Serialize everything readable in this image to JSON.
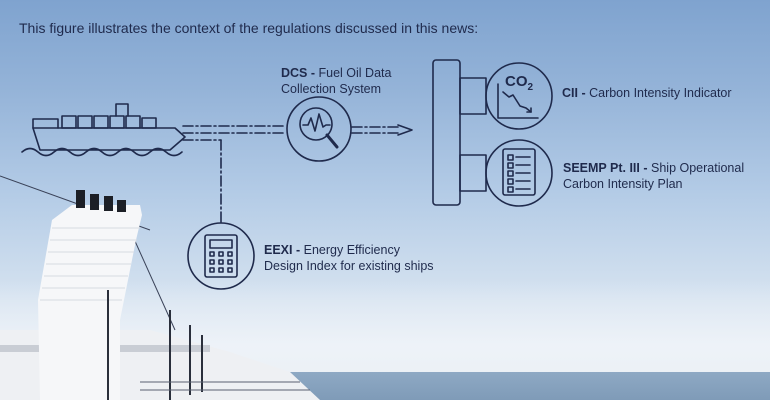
{
  "caption": "This figure illustrates the context of the regulations discussed in this news:",
  "nodes": {
    "dcs": {
      "abbr": "DCS -",
      "line1": "Fuel Oil Data",
      "line2": "Collection System",
      "icon": "magnifier-waveform-icon"
    },
    "cii": {
      "abbr": "CII -",
      "line1": "Carbon Intensity Indicator",
      "icon": "co2-declining-chart-icon",
      "icon_text": "CO",
      "icon_sub": "2"
    },
    "seemp": {
      "abbr": "SEEMP Pt. III -",
      "line1": "Ship Operational",
      "line2": "Carbon Intensity Plan",
      "icon": "checklist-icon"
    },
    "eexi": {
      "abbr": "EEXI -",
      "line1": "Energy Efficiency",
      "line2": "Design Index for existing ships",
      "icon": "calculator-icon"
    }
  },
  "colors": {
    "ink": "#1f2a4c",
    "sky": "#94b3d8",
    "ship": "#f4f5f7"
  }
}
